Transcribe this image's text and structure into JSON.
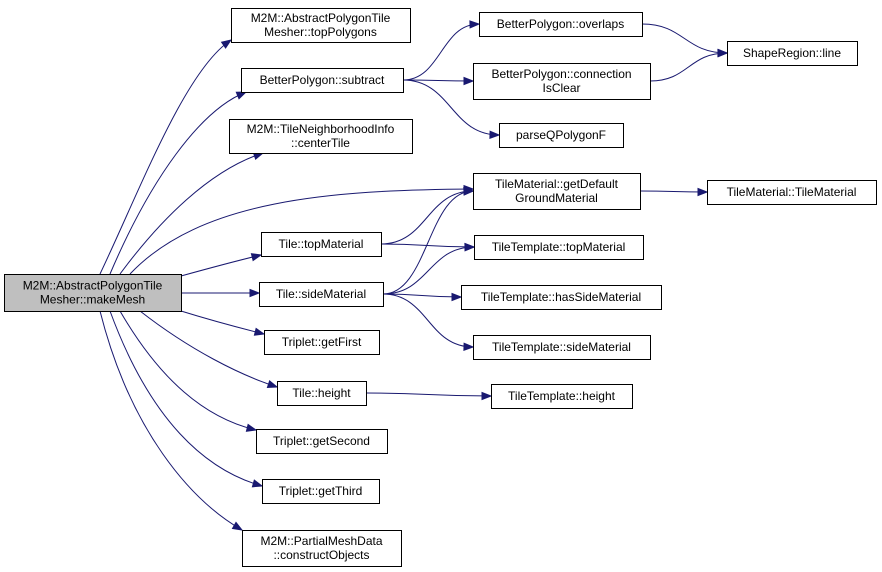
{
  "colors": {
    "edge": "#191970",
    "root_fill": "#bfbfbf",
    "node_fill": "#ffffff",
    "node_stroke": "#000000"
  },
  "nodes": [
    {
      "id": "makeMesh",
      "lines": [
        "M2M::AbstractPolygonTile",
        "Mesher::makeMesh"
      ]
    },
    {
      "id": "topPolygons",
      "lines": [
        "M2M::AbstractPolygonTile",
        "Mesher::topPolygons"
      ]
    },
    {
      "id": "subtract",
      "lines": [
        "BetterPolygon::subtract"
      ]
    },
    {
      "id": "centerTile",
      "lines": [
        "M2M::TileNeighborhoodInfo",
        "::centerTile"
      ]
    },
    {
      "id": "overlaps",
      "lines": [
        "BetterPolygon::overlaps"
      ]
    },
    {
      "id": "connection",
      "lines": [
        "BetterPolygon::connection",
        "IsClear"
      ]
    },
    {
      "id": "parseQ",
      "lines": [
        "parseQPolygonF"
      ]
    },
    {
      "id": "line",
      "lines": [
        "ShapeRegion::line"
      ]
    },
    {
      "id": "getDefault",
      "lines": [
        "TileMaterial::getDefault",
        "GroundMaterial"
      ]
    },
    {
      "id": "tileMaterialCtor",
      "lines": [
        "TileMaterial::TileMaterial"
      ]
    },
    {
      "id": "tileTopMaterial",
      "lines": [
        "Tile::topMaterial"
      ]
    },
    {
      "id": "ttTopMaterial",
      "lines": [
        "TileTemplate::topMaterial"
      ]
    },
    {
      "id": "tileSideMaterial",
      "lines": [
        "Tile::sideMaterial"
      ]
    },
    {
      "id": "ttHasSide",
      "lines": [
        "TileTemplate::hasSideMaterial"
      ]
    },
    {
      "id": "ttSideMaterial",
      "lines": [
        "TileTemplate::sideMaterial"
      ]
    },
    {
      "id": "getFirst",
      "lines": [
        "Triplet::getFirst"
      ]
    },
    {
      "id": "tileHeight",
      "lines": [
        "Tile::height"
      ]
    },
    {
      "id": "ttHeight",
      "lines": [
        "TileTemplate::height"
      ]
    },
    {
      "id": "getSecond",
      "lines": [
        "Triplet::getSecond"
      ]
    },
    {
      "id": "getThird",
      "lines": [
        "Triplet::getThird"
      ]
    },
    {
      "id": "construct",
      "lines": [
        "M2M::PartialMeshData",
        "::constructObjects"
      ]
    }
  ],
  "edges": [
    [
      "makeMesh",
      "topPolygons"
    ],
    [
      "makeMesh",
      "subtract"
    ],
    [
      "makeMesh",
      "centerTile"
    ],
    [
      "makeMesh",
      "getDefault"
    ],
    [
      "makeMesh",
      "tileTopMaterial"
    ],
    [
      "makeMesh",
      "tileSideMaterial"
    ],
    [
      "makeMesh",
      "getFirst"
    ],
    [
      "makeMesh",
      "tileHeight"
    ],
    [
      "makeMesh",
      "getSecond"
    ],
    [
      "makeMesh",
      "getThird"
    ],
    [
      "makeMesh",
      "construct"
    ],
    [
      "subtract",
      "overlaps"
    ],
    [
      "subtract",
      "connection"
    ],
    [
      "subtract",
      "parseQ"
    ],
    [
      "overlaps",
      "line"
    ],
    [
      "connection",
      "line"
    ],
    [
      "getDefault",
      "tileMaterialCtor"
    ],
    [
      "tileTopMaterial",
      "getDefault"
    ],
    [
      "tileTopMaterial",
      "ttTopMaterial"
    ],
    [
      "tileSideMaterial",
      "getDefault"
    ],
    [
      "tileSideMaterial",
      "ttTopMaterial"
    ],
    [
      "tileSideMaterial",
      "ttHasSide"
    ],
    [
      "tileSideMaterial",
      "ttSideMaterial"
    ],
    [
      "tileHeight",
      "ttHeight"
    ]
  ]
}
